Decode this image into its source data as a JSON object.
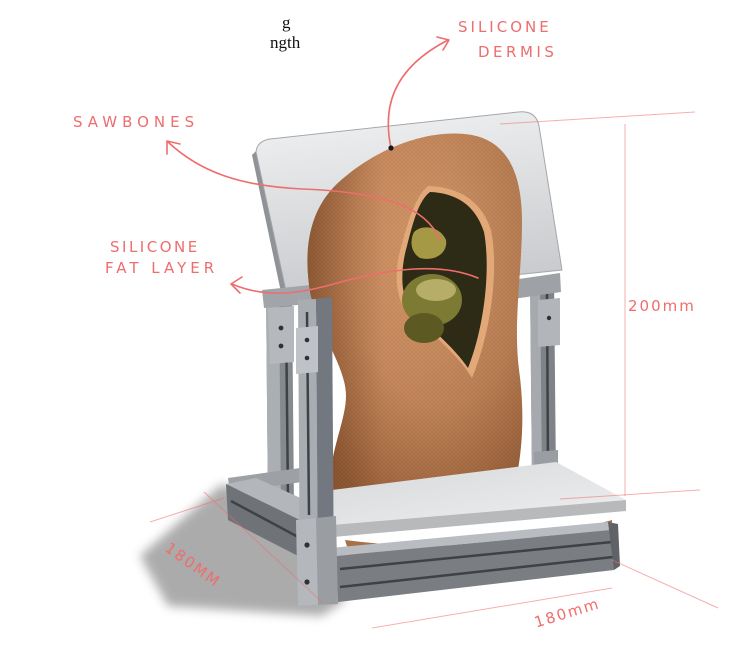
{
  "header_fragment": {
    "line1": "g",
    "line2": "ngth"
  },
  "annotations": {
    "silicone_dermis": {
      "line1": "SILICONE",
      "line2": "DERMIS"
    },
    "sawbones": {
      "label": "SAWBONES"
    },
    "silicone_fat_layer": {
      "line1": "SILICONE",
      "line2": "FAT LAYER"
    }
  },
  "dimensions": {
    "height": "200mm",
    "depth": "180MM",
    "width": "180mm"
  },
  "colors": {
    "annotation": "#ee6d6d",
    "skin": "#c98a5e",
    "plate": "#e2e3e4",
    "frame": "#8c9095",
    "shadow": "#a3a3a3"
  }
}
